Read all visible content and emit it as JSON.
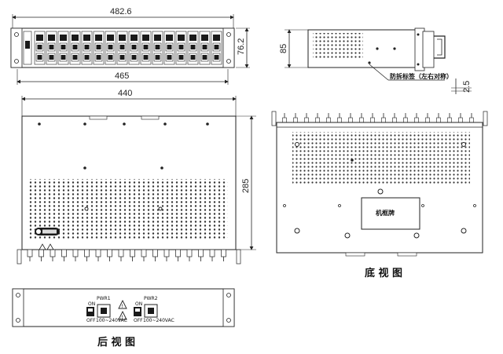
{
  "dimensions": {
    "front_width": "482.6",
    "front_height": "76.2",
    "front_inner": "465",
    "top_width": "440",
    "top_depth": "285",
    "side_height": "85",
    "side_offset": "2.5"
  },
  "labels": {
    "side_note": "防拆标签（左右对称）",
    "bottom_plate": "机框牌",
    "pwr1": "PWR1",
    "pwr2": "PWR2",
    "on": "ON",
    "off": "OFF",
    "voltage1": "100~240VAC",
    "voltage2": "100~240VAC"
  },
  "captions": {
    "bottom_view": "底 视 图",
    "rear_view": "后 视 图"
  },
  "colors": {
    "line": "#222222",
    "panel_dark": "#1a1a1a",
    "vent_dot": "#333333"
  },
  "modules": 16
}
